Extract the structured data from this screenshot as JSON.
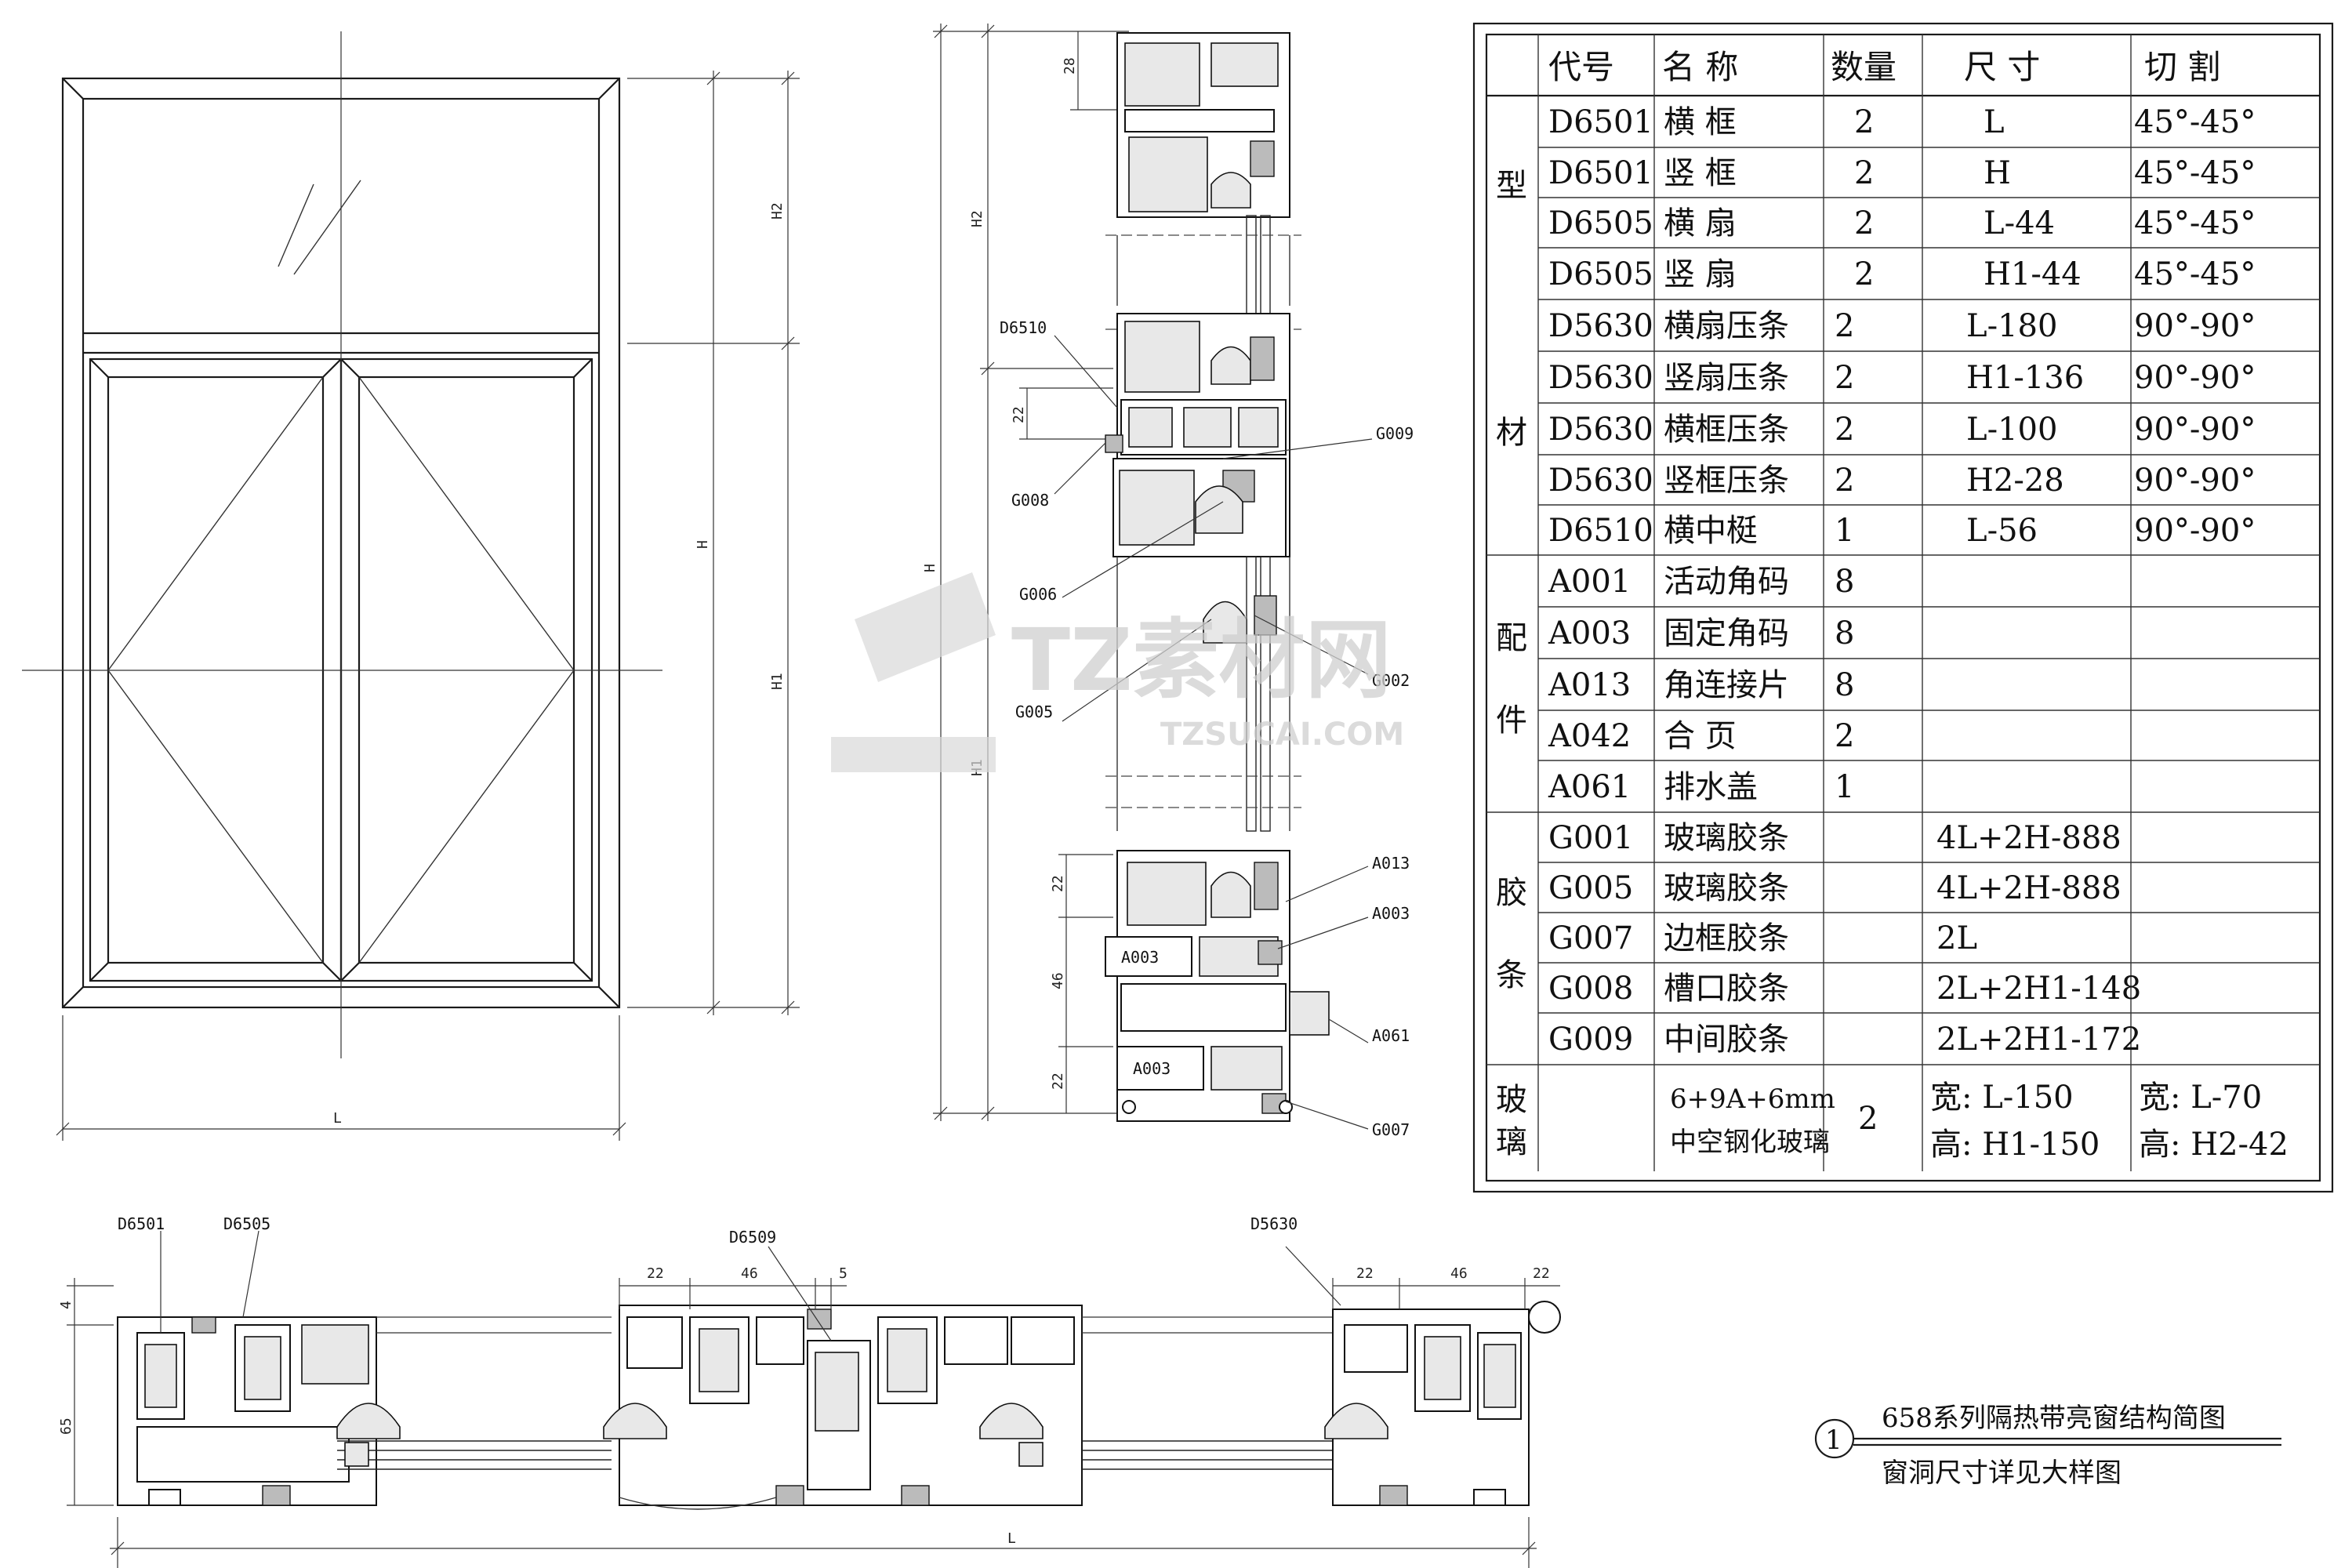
{
  "front_view": {
    "dim_width": "L",
    "dim_total_height": "H",
    "dim_top_height": "H2",
    "dim_bottom_height": "H1"
  },
  "vertical_section": {
    "dim_top": "28",
    "dim_h2": "H2",
    "dim_gap": "22",
    "dim_total": "H",
    "dim_h1": "H1",
    "dim_b1": "22",
    "dim_b2": "46",
    "dim_b3": "22",
    "labels": {
      "d6510": "D6510",
      "g009": "G009",
      "g008": "G008",
      "g006": "G006",
      "g002": "G002",
      "g005": "G005",
      "a013": "A013",
      "a003_r": "A003",
      "a061": "A061",
      "g007": "G007",
      "a003_box1": "A003",
      "a003_box2": "A003"
    }
  },
  "horizontal_section": {
    "dim_left_top": "4",
    "dim_left_h": "65",
    "dim_c1": "22",
    "dim_c2": "46",
    "dim_c3": "5",
    "dim_r1": "22",
    "dim_r2": "46",
    "dim_r3": "22",
    "dim_width": "L",
    "labels": {
      "d6501": "D6501",
      "d6505": "D6505",
      "d6509": "D6509",
      "d5630": "D5630"
    }
  },
  "table": {
    "headers": [
      "代号",
      "名    称",
      "数量",
      "尺    寸",
      "切    割"
    ],
    "categories": [
      {
        "name": "型材",
        "chars": [
          "型",
          "材"
        ]
      },
      {
        "name": "配件",
        "chars": [
          "配",
          "件"
        ]
      },
      {
        "name": "胶条",
        "chars": [
          "胶",
          "条"
        ]
      },
      {
        "name": "玻璃",
        "chars": [
          "玻",
          "璃"
        ]
      }
    ],
    "rows": [
      {
        "code": "D6501",
        "name": "横    框",
        "qty": "2",
        "size": "L",
        "cut": "45°-45°"
      },
      {
        "code": "D6501",
        "name": "竖    框",
        "qty": "2",
        "size": "H",
        "cut": "45°-45°"
      },
      {
        "code": "D6505",
        "name": "横    扇",
        "qty": "2",
        "size": "L-44",
        "cut": "45°-45°"
      },
      {
        "code": "D6505",
        "name": "竖    扇",
        "qty": "2",
        "size": "H1-44",
        "cut": "45°-45°"
      },
      {
        "code": "D5630",
        "name": "横扇压条",
        "qty": "2",
        "size": "L-180",
        "cut": "90°-90°"
      },
      {
        "code": "D5630",
        "name": "竖扇压条",
        "qty": "2",
        "size": "H1-136",
        "cut": "90°-90°"
      },
      {
        "code": "D5630",
        "name": "横框压条",
        "qty": "2",
        "size": "L-100",
        "cut": "90°-90°"
      },
      {
        "code": "D5630",
        "name": "竖框压条",
        "qty": "2",
        "size": "H2-28",
        "cut": "90°-90°"
      },
      {
        "code": "D6510",
        "name": "横中梃",
        "qty": "1",
        "size": "L-56",
        "cut": "90°-90°"
      },
      {
        "code": "A001",
        "name": "活动角码",
        "qty": "8",
        "size": "",
        "cut": ""
      },
      {
        "code": "A003",
        "name": "固定角码",
        "qty": "8",
        "size": "",
        "cut": ""
      },
      {
        "code": "A013",
        "name": "角连接片",
        "qty": "8",
        "size": "",
        "cut": ""
      },
      {
        "code": "A042",
        "name": "合    页",
        "qty": "2",
        "size": "",
        "cut": ""
      },
      {
        "code": "A061",
        "name": "排水盖",
        "qty": "1",
        "size": "",
        "cut": ""
      },
      {
        "code": "G001",
        "name": "玻璃胶条",
        "qty": "",
        "size": "4L+2H-888",
        "cut": ""
      },
      {
        "code": "G005",
        "name": "玻璃胶条",
        "qty": "",
        "size": "4L+2H-888",
        "cut": ""
      },
      {
        "code": "G007",
        "name": "边框胶条",
        "qty": "",
        "size": "2L",
        "cut": ""
      },
      {
        "code": "G008",
        "name": "槽口胶条",
        "qty": "",
        "size": "2L+2H1-148",
        "cut": ""
      },
      {
        "code": "G009",
        "name": "中间胶条",
        "qty": "",
        "size": "2L+2H1-172",
        "cut": ""
      }
    ],
    "glass": {
      "spec1": "6+9A+6mm",
      "spec2": "中空钢化玻璃",
      "qty": "2",
      "w1": "宽:  L-150",
      "h1": "高:  H1-150",
      "w2": "宽:  L-70",
      "h2": "高:  H2-42"
    }
  },
  "title_block": {
    "number": "1",
    "title": "658系列隔热带亮窗结构简图",
    "subtitle": "窗洞尺寸详见大样图"
  },
  "watermark": {
    "main": "TZ素材网",
    "url": "TZSUCAI.COM"
  }
}
